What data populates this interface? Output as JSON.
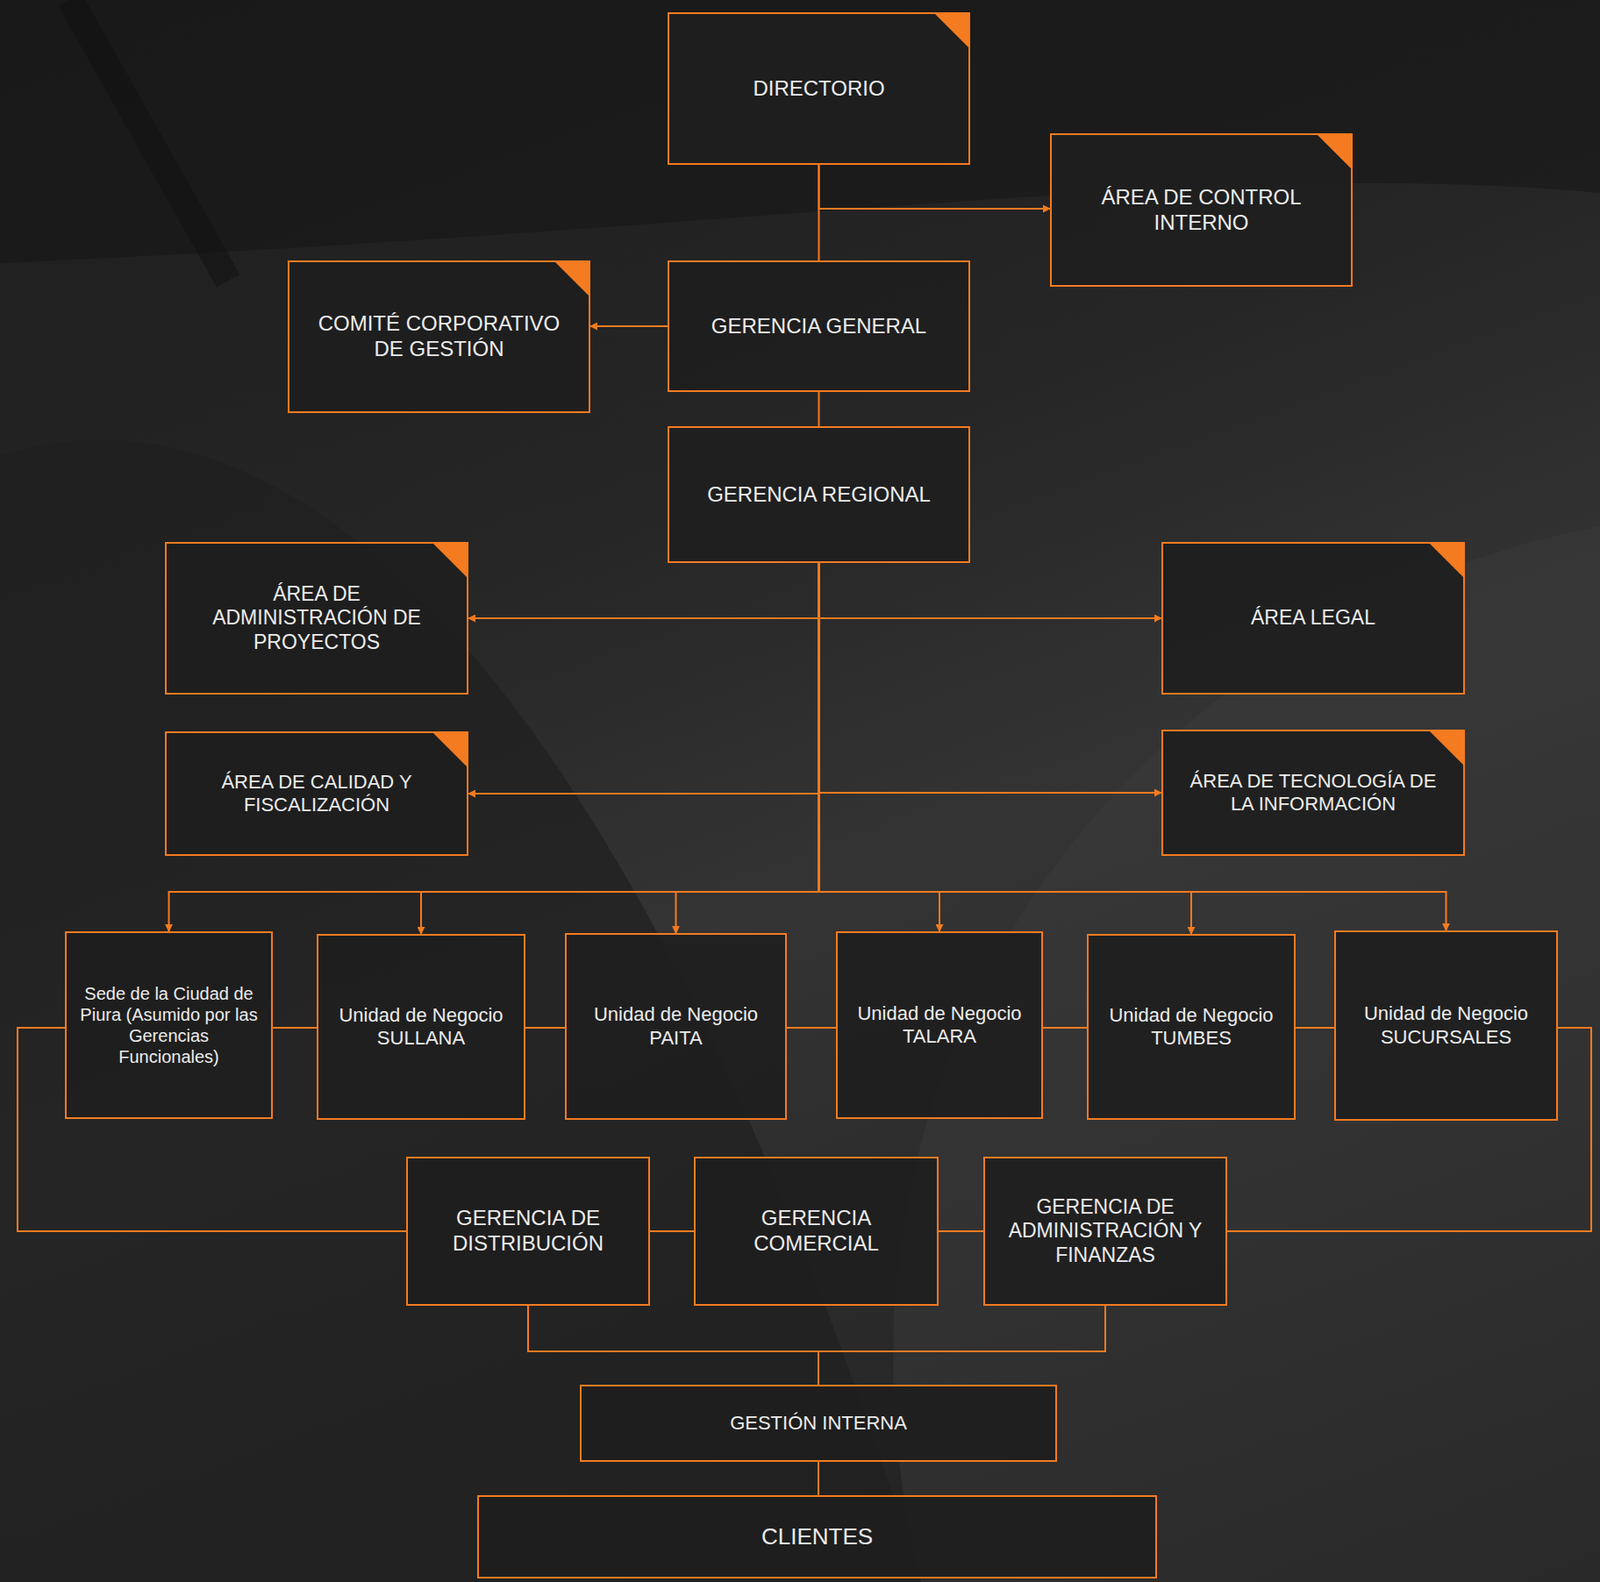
{
  "diagram": {
    "nodes": [
      {
        "text": [
          "DIRECTORIO"
        ]
      },
      {
        "text": [
          "ÁREA DE CONTROL INTERNO"
        ]
      },
      {
        "text": [
          "COMITÉ CORPORATIVO DE GESTIÓN"
        ]
      },
      {
        "text": [
          "GERENCIA GENERAL"
        ]
      },
      {
        "text": [
          "GERENCIA REGIONAL"
        ]
      },
      {
        "text": [
          "ÁREA DE ADMINISTRACIÓN DE PROYECTOS"
        ]
      },
      {
        "text": [
          "ÁREA LEGAL"
        ]
      },
      {
        "text": [
          "ÁREA DE CALIDAD Y FISCALIZACIÓN"
        ]
      },
      {
        "text": [
          "ÁREA DE TECNOLOGÍA DE LA INFORMACIÓN"
        ]
      },
      {
        "text": [
          "Sede de la Ciudad de Piura (Asumido por las Gerencias Funcionales)"
        ]
      },
      {
        "text": [
          "Unidad de Negocio SULLANA"
        ]
      },
      {
        "text": [
          "Unidad de Negocio PAITA"
        ]
      },
      {
        "text": [
          "Unidad de Negocio TALARA"
        ]
      },
      {
        "text": [
          "Unidad de Negocio TUMBES"
        ]
      },
      {
        "text": [
          "Unidad de Negocio SUCURSALES"
        ]
      },
      {
        "text": [
          "GERENCIA DE DISTRIBUCIÓN"
        ]
      },
      {
        "text": [
          "GERENCIA COMERCIAL"
        ]
      },
      {
        "text": [
          "GERENCIA DE ADMINISTRACIÓN Y FINANZAS"
        ]
      },
      {
        "text": [
          "GESTIÓN INTERNA"
        ]
      },
      {
        "text": [
          "CLIENTES"
        ]
      }
    ],
    "edges": [
      {
        "from": 0,
        "to": 3,
        "arrow": "none"
      },
      {
        "from": 0,
        "to": 1,
        "arrow": "to"
      },
      {
        "from": 3,
        "to": 2,
        "arrow": "to"
      },
      {
        "from": 3,
        "to": 4,
        "arrow": "none"
      },
      {
        "from": 4,
        "to": 5,
        "arrow": "to"
      },
      {
        "from": 4,
        "to": 6,
        "arrow": "to"
      },
      {
        "from": 4,
        "to": 7,
        "arrow": "to"
      },
      {
        "from": 4,
        "to": 8,
        "arrow": "to"
      },
      {
        "from": 4,
        "to": 9,
        "arrow": "to"
      },
      {
        "from": 4,
        "to": 10,
        "arrow": "to"
      },
      {
        "from": 4,
        "to": 11,
        "arrow": "to"
      },
      {
        "from": 4,
        "to": 12,
        "arrow": "to"
      },
      {
        "from": 4,
        "to": 13,
        "arrow": "to"
      },
      {
        "from": 4,
        "to": 14,
        "arrow": "to"
      },
      {
        "from": 9,
        "to": 10,
        "arrow": "none"
      },
      {
        "from": 10,
        "to": 11,
        "arrow": "none"
      },
      {
        "from": 11,
        "to": 12,
        "arrow": "none"
      },
      {
        "from": 12,
        "to": 13,
        "arrow": "none"
      },
      {
        "from": 13,
        "to": 14,
        "arrow": "none"
      },
      {
        "from": 9,
        "to": 15,
        "arrow": "none"
      },
      {
        "from": 14,
        "to": 17,
        "arrow": "none"
      },
      {
        "from": 15,
        "to": 16,
        "arrow": "none"
      },
      {
        "from": 16,
        "to": 17,
        "arrow": "none"
      },
      {
        "from": 15,
        "to": 18,
        "arrow": "none"
      },
      {
        "from": 17,
        "to": 18,
        "arrow": "none"
      },
      {
        "from": 18,
        "to": 19,
        "arrow": "none"
      }
    ]
  }
}
